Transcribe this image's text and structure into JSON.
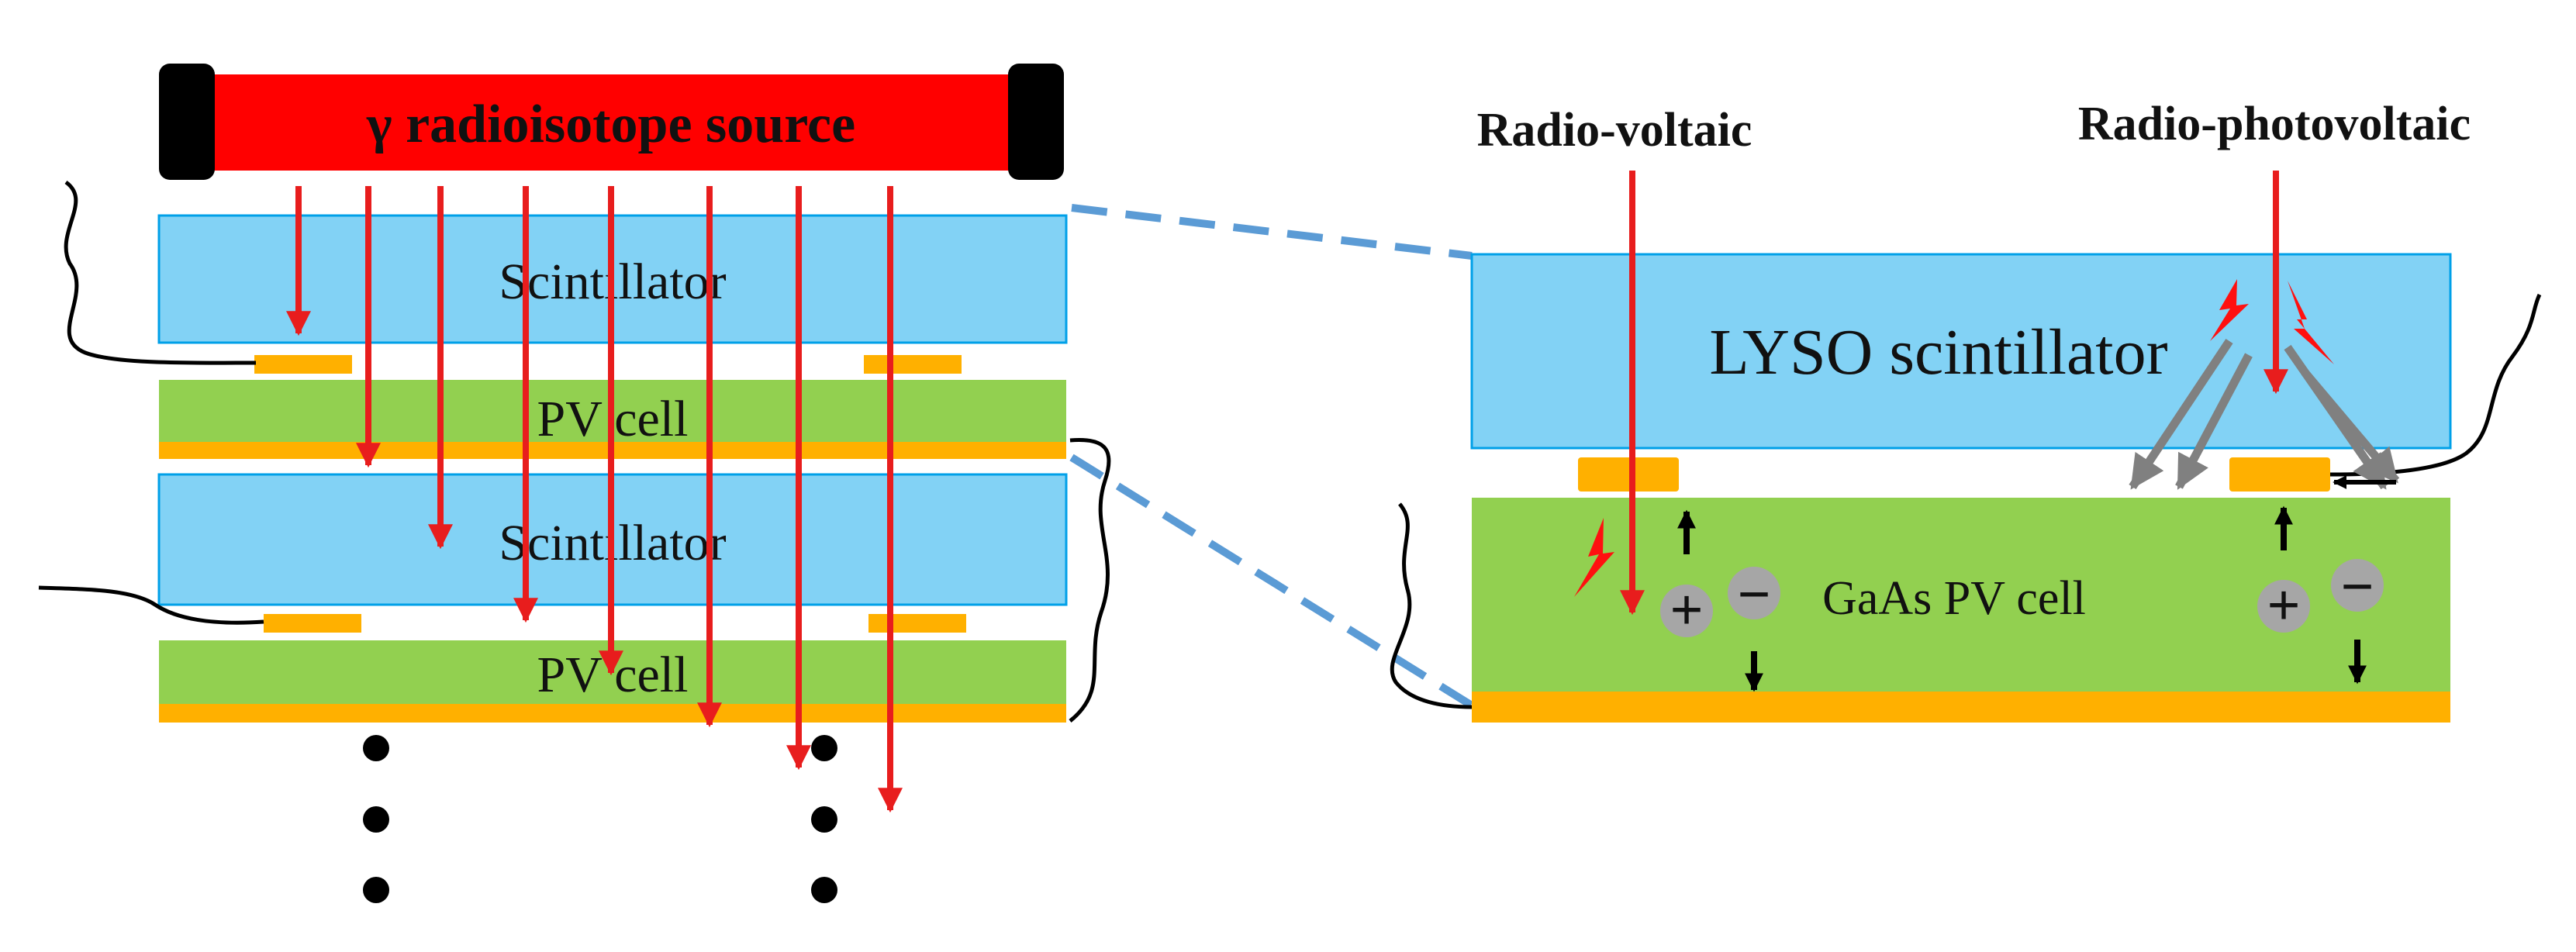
{
  "source": {
    "label": "γ radioisotope source"
  },
  "left_stack": {
    "scintillator_label": "Scintillator",
    "pv_label": "PV cell"
  },
  "right_detail": {
    "mode_left_label": "Radio-voltaic",
    "mode_right_label": "Radio-photovoltaic",
    "scintillator_label": "LYSO scintillator",
    "pv_label": "GaAs PV cell",
    "plus_symbol": "+",
    "minus_symbol": "−"
  },
  "colors": {
    "source_red": "#ff0000",
    "ray_red": "#e81d1d",
    "scintillator_blue": "#82d2f5",
    "scintillator_edge": "#00a0e8",
    "pv_green": "#92d050",
    "contact_orange": "#ffb000",
    "photon_gray": "#808080",
    "zoom_dash_blue": "#5b9bd5",
    "carrier_gray": "#a6a6a6"
  }
}
